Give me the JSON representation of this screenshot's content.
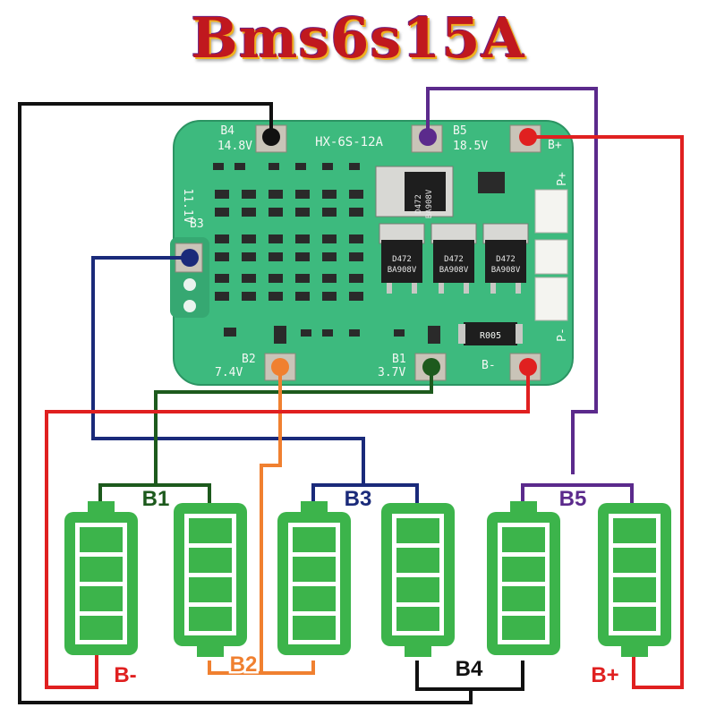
{
  "title": "Bms6s15A",
  "board": {
    "model": "HX-6S-12A",
    "pads": {
      "b4": {
        "name": "B4",
        "voltage": "14.8V"
      },
      "b5": {
        "name": "B5",
        "voltage": "18.5V"
      },
      "b3": {
        "name": "B3",
        "voltage": "11.1V"
      },
      "b2": {
        "name": "B2",
        "voltage": "7.4V"
      },
      "b1": {
        "name": "B1",
        "voltage": "3.7V"
      },
      "bplus": "B+",
      "bminus": "B-",
      "pplus": "P+",
      "pminus": "P-"
    },
    "resistor": "R005",
    "mosfet_code_top": "D472",
    "mosfet_code_bottom": "BA908V"
  },
  "diagram_labels": {
    "b1": "B1",
    "b2": "B2",
    "b3": "B3",
    "b4": "B4",
    "b5": "B5",
    "bminus": "B-",
    "bplus": "B+"
  },
  "colors": {
    "board": "#3dba7e",
    "battery": "#3cb44b",
    "wire_black": "#111111",
    "wire_red": "#e02020",
    "wire_purple": "#5b2a8c",
    "wire_navy": "#1a2a7a",
    "wire_green": "#1d5a1d",
    "wire_orange": "#f08030"
  }
}
